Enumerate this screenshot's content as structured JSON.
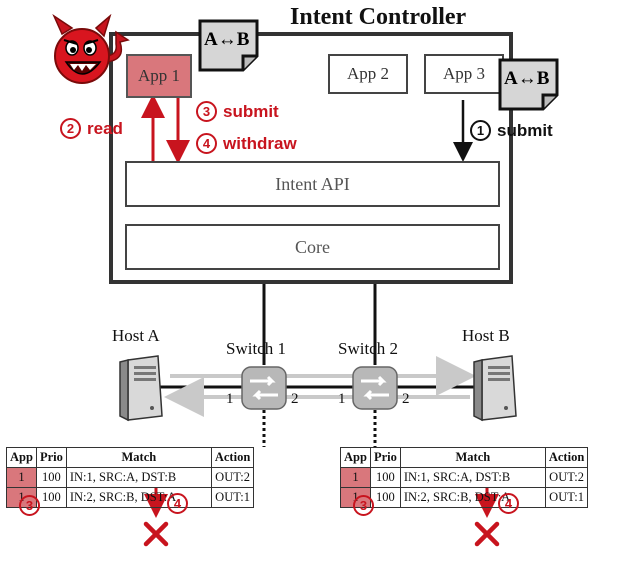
{
  "controller": {
    "title": "Intent Controller",
    "apps": [
      "App 1",
      "App 2",
      "App 3"
    ],
    "layers": {
      "api": "Intent API",
      "core": "Core"
    }
  },
  "intent_doc": "A↔B",
  "steps": {
    "s1": {
      "num": "1",
      "label": "submit"
    },
    "s2": {
      "num": "2",
      "label": "read"
    },
    "s3": {
      "num": "3",
      "label": "submit"
    },
    "s4": {
      "num": "4",
      "label": "withdraw"
    }
  },
  "network": {
    "host_a": "Host A",
    "host_b": "Host B",
    "switch_1": "Switch 1",
    "switch_2": "Switch 2",
    "port_1": "1",
    "port_2": "2"
  },
  "tables": {
    "headers": [
      "App",
      "Prio",
      "Match",
      "Action"
    ],
    "switch1_rows": [
      [
        "1",
        "100",
        "IN:1, SRC:A, DST:B",
        "OUT:2"
      ],
      [
        "1",
        "100",
        "IN:2, SRC:B, DST:A",
        "OUT:1"
      ]
    ],
    "switch2_rows": [
      [
        "1",
        "100",
        "IN:1, SRC:A, DST:B",
        "OUT:2"
      ],
      [
        "1",
        "100",
        "IN:2, SRC:B, DST:A",
        "OUT:1"
      ]
    ],
    "step_left": "3",
    "step_right": "4"
  },
  "colors": {
    "attack": "#c8141e",
    "malicious_app": "#d9777c",
    "border": "#333333"
  },
  "icons": [
    "devil-icon",
    "document-icon",
    "server-icon",
    "switch-icon",
    "cross-icon"
  ]
}
